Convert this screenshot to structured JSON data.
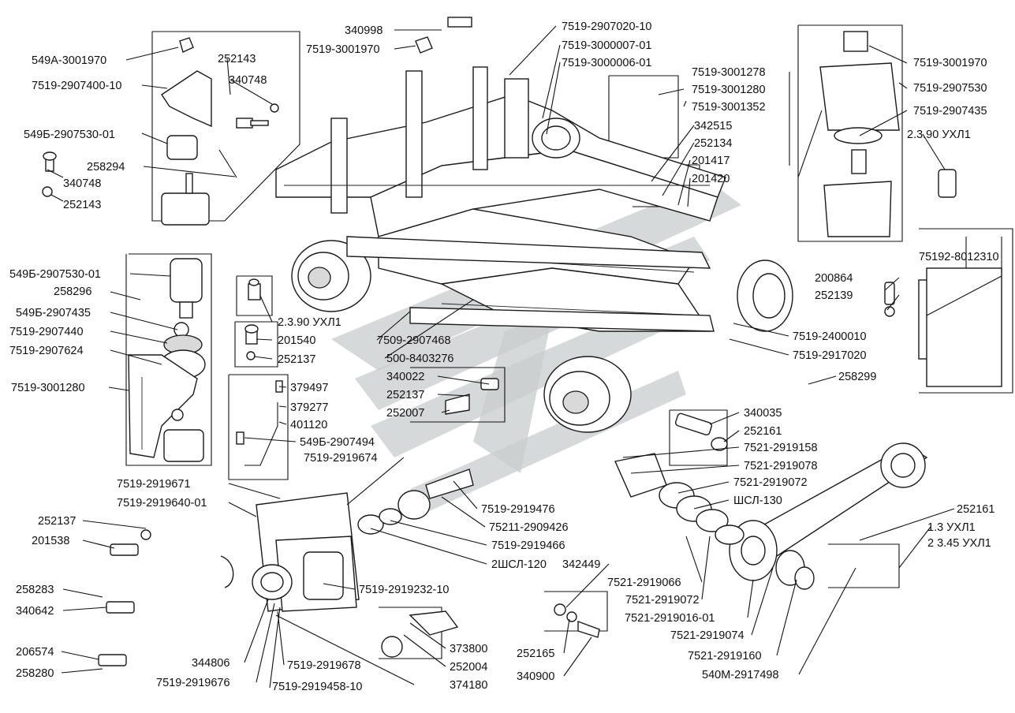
{
  "labels": [
    "549А-3001970",
    "7519-2907400-10",
    "252143",
    "340748",
    "549Б-2907530-01",
    "258294",
    "340748",
    "252143",
    "340998",
    "7519-3001970",
    "7519-2907020-10",
    "7519-3000007-01",
    "7519-3000006-01",
    "7519-3001278",
    "7519-3001280",
    "7519-3001352",
    "342515",
    "252134",
    "201417",
    "201420",
    "7519-3001970",
    "7519-2907530",
    "7519-2907435",
    "2.3.90 УХЛ1",
    "75192-8012310",
    "200864",
    "252139",
    "549Б-2907530-01",
    "258296",
    "549Б-2907435",
    "7519-2907440",
    "7519-2907624",
    "2.3.90 УХЛ1",
    "201540",
    "252137",
    "7519-3001280",
    "7509-2907468",
    "500-8403276",
    "7519-2400010",
    "7519-2917020",
    "258299",
    "379497",
    "379277",
    "401120",
    "549Б-2907494",
    "340022",
    "252137",
    "252007",
    "7519-2919674",
    "340035",
    "252161",
    "7521-2919158",
    "7521-2919078",
    "7521-2919072",
    "ШСЛ-130",
    "7519-2919671",
    "7519-2919640-01",
    "252137",
    "201538",
    "7519-2919476",
    "75211-2909426",
    "7519-2919466",
    "2ШСЛ-120",
    "252161",
    "1.3 УХЛ1",
    "2 3.45 УХЛ1",
    "342449",
    "7521-2919066",
    "7519-2919232-10",
    "7521-2919072",
    "7521-2919016-01",
    "258283",
    "340642",
    "7521-2919074",
    "373800",
    "252004",
    "7521-2919160",
    "252165",
    "340900",
    "206574",
    "258280",
    "344806",
    "7519-2919676",
    "7519-2919678",
    "7519-2919458-10",
    "374180",
    "540М-2917498"
  ]
}
